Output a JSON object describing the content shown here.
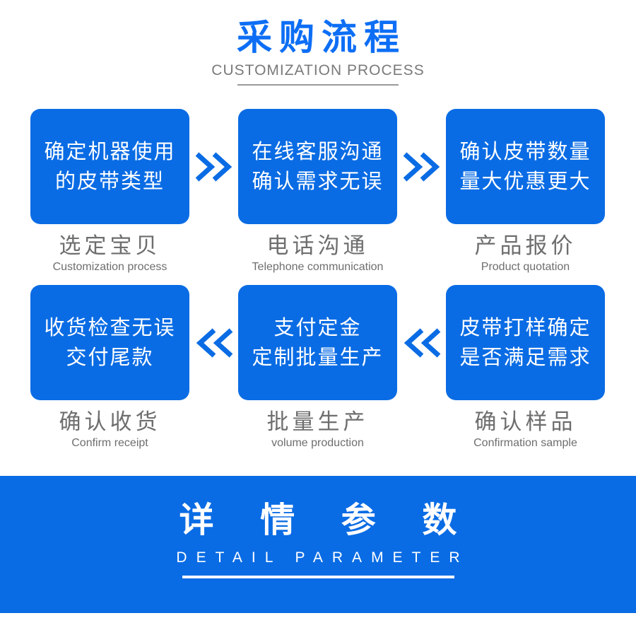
{
  "header": {
    "title": "采购流程",
    "subtitle": "CUSTOMIZATION PROCESS"
  },
  "colors": {
    "title_blue": "#0d6ef5",
    "box_blue": "#0a6ce4",
    "caption_gray": "#6e6e6e",
    "white": "#ffffff"
  },
  "flow": {
    "rows": [
      {
        "arrow_direction": "right",
        "steps": [
          {
            "box_line1": "确定机器使用",
            "box_line2": "的皮带类型",
            "caption": "选定宝贝",
            "caption_en": "Customization process"
          },
          {
            "box_line1": "在线客服沟通",
            "box_line2": "确认需求无误",
            "caption": "电话沟通",
            "caption_en": "Telephone communication"
          },
          {
            "box_line1": "确认皮带数量",
            "box_line2": "量大优惠更大",
            "caption": "产品报价",
            "caption_en": "Product quotation"
          }
        ]
      },
      {
        "arrow_direction": "left",
        "steps": [
          {
            "box_line1": "收货检查无误",
            "box_line2": "交付尾款",
            "caption": "确认收货",
            "caption_en": "Confirm receipt"
          },
          {
            "box_line1": "支付定金",
            "box_line2": "定制批量生产",
            "caption": "批量生产",
            "caption_en": "volume production"
          },
          {
            "box_line1": "皮带打样确定",
            "box_line2": "是否满足需求",
            "caption": "确认样品",
            "caption_en": "Confirmation sample"
          }
        ]
      }
    ]
  },
  "banner": {
    "title": "详 情 参 数",
    "subtitle": "DETAIL PARAMETER"
  }
}
